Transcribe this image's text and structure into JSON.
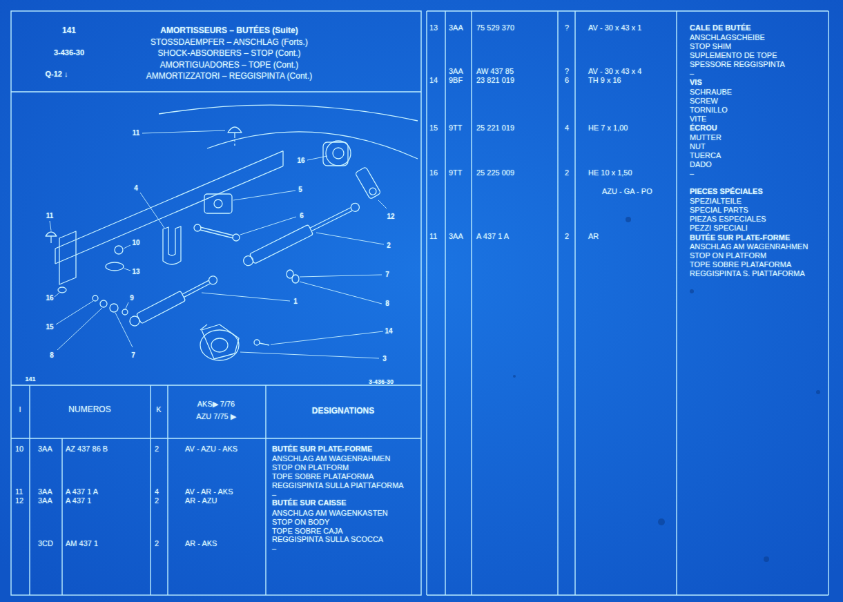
{
  "diagram": {
    "title": "AMORTISSEURS – BUTÉES (Suite)",
    "labels": [
      "141",
      "3-436-30",
      "Q-12 ↓",
      "STOSSDAEMPFER – ANSCHLAG (Forts.)",
      "SHOCK-ABSORBERS – STOP (Cont.)",
      "AMORTIGUADORES – TOPE (Cont.)",
      "AMMORTIZZATORI – REGGISPINTA (Cont.)",
      "11",
      "16",
      "4",
      "5",
      "11",
      "6",
      "12",
      "10",
      "2",
      "13",
      "7",
      "16",
      "9",
      "1",
      "8",
      "15",
      "14",
      "8",
      "7",
      "3",
      "141",
      "3-436-30",
      "I",
      "NUMEROS",
      "K",
      "AKS▶ 7/76",
      "AZU 7/75 ▶",
      "DESIGNATIONS",
      "10",
      "3AA",
      "AZ 437 86 B",
      "2",
      "AV - AZU - AKS",
      "BUTÉE SUR PLATE-FORME",
      "ANSCHLAG AM WAGENRAHMEN",
      "STOP ON PLATFORM",
      "TOPE SOBRE PLATAFORMA",
      "REGGISPINTA SULLA PIATTAFORMA",
      "–",
      "11",
      "3AA",
      "A 437 1 A",
      "4",
      "AV - AR - AKS",
      "12",
      "3AA",
      "A 437 1",
      "2",
      "AR - AZU",
      "BUTÉE SUR CAISSE",
      "ANSCHLAG AM WAGENKASTEN",
      "STOP ON BODY",
      "TOPE SOBRE CAJA",
      "REGGISPINTA SULLA SCOCCA",
      "–",
      "3CD",
      "AM 437 1",
      "2",
      "AR - AKS",
      "13",
      "3AA",
      "75 529 370",
      "?",
      "AV - 30 x 43 x 1",
      "CALE DE BUTÉE",
      "ANSCHLAGSCHEIBE",
      "STOP SHIM",
      "SUPLEMENTO DE TOPE",
      "SPESSORE REGGISPINTA",
      "3AA",
      "AW 437 85",
      "?",
      "AV - 30 x 43 x 4",
      "–",
      "14",
      "9BF",
      "23 821 019",
      "6",
      "TH 9 x 16",
      "VIS",
      "SCHRAUBE",
      "SCREW",
      "TORNILLO",
      "VITE",
      "ÉCROU",
      "MUTTER",
      "NUT",
      "TUERCA",
      "DADO",
      "15",
      "9TT",
      "25 221 019",
      "4",
      "HE 7 x 1,00",
      "16",
      "9TT",
      "25 225 009",
      "2",
      "HE 10 x 1,50",
      "–",
      "AZU - GA - PO",
      "PIECES SPÉCIALES",
      "SPEZIALTEILE",
      "SPECIAL PARTS",
      "PIEZAS ESPECIALES",
      "PEZZI SPECIALI",
      "11",
      "3AA",
      "A 437 1 A",
      "2",
      "AR",
      "BUTÉE SUR PLATE-FORME",
      "ANSCHLAG AM WAGENRAHMEN",
      "STOP ON PLATFORM",
      "TOPE SOBRE PLATAFORMA",
      "REGGISPINTA S. PIATTAFORMA"
    ]
  }
}
